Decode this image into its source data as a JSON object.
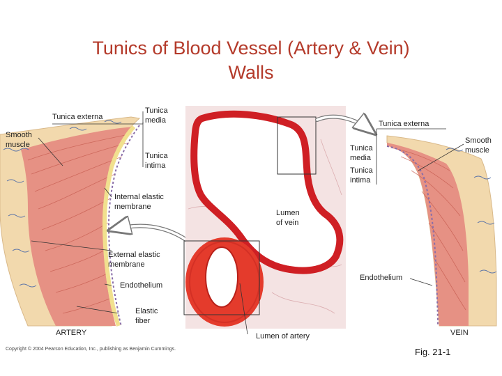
{
  "title": {
    "line1": "Tunics of Blood Vessel (Artery & Vein)",
    "line2": "Walls"
  },
  "artery_labels": {
    "tunica_externa": "Tunica externa",
    "tunica_media_1": "Tunica",
    "tunica_media_2": "media",
    "smooth_muscle_1": "Smooth",
    "smooth_muscle_2": "muscle",
    "tunica_intima_1": "Tunica",
    "tunica_intima_2": "intima",
    "internal_elastic_1": "Internal elastic",
    "internal_elastic_2": "membrane",
    "external_elastic_1": "External elastic",
    "external_elastic_2": "membrane",
    "endothelium": "Endothelium",
    "elastic_fiber_1": "Elastic",
    "elastic_fiber_2": "fiber",
    "artery": "ARTERY"
  },
  "micrograph_labels": {
    "lumen_vein_1": "Lumen",
    "lumen_vein_2": "of vein",
    "lumen_artery": "Lumen of artery"
  },
  "vein_labels": {
    "tunica_externa": "Tunica externa",
    "tunica_media_1": "Tunica",
    "tunica_media_2": "media",
    "tunica_intima_1": "Tunica",
    "tunica_intima_2": "intima",
    "smooth_muscle_1": "Smooth",
    "smooth_muscle_2": "muscle",
    "endothelium": "Endothelium",
    "vein": "VEIN"
  },
  "copyright": "Copyright © 2004 Pearson Education, Inc., publishing as Benjamin Cummings.",
  "figure_number": "Fig. 21-1"
}
